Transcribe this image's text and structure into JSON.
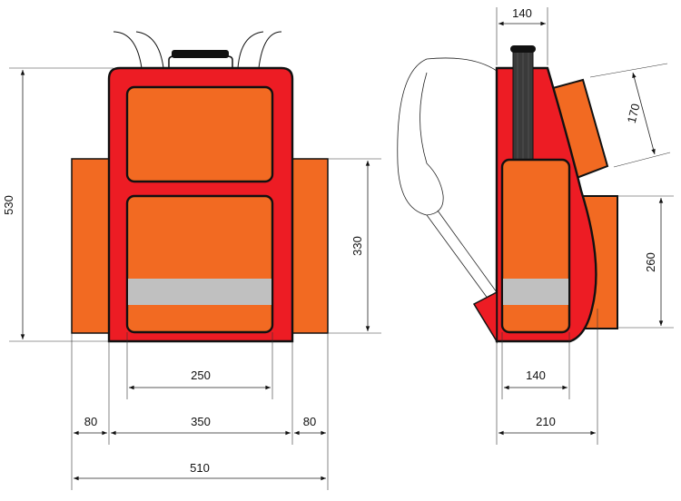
{
  "title": "Backpack dimensions diagram",
  "colors": {
    "body": "#ed1c24",
    "pocket": "#f26a22",
    "reflective": "#c0c0c0",
    "outline": "#111111"
  },
  "front_view": {
    "height_label": "530",
    "side_pocket_height_label": "330",
    "inner_panel_width_label": "250",
    "left_pocket_width_label": "80",
    "body_width_label": "350",
    "right_pocket_width_label": "80",
    "total_width_label": "510"
  },
  "side_view": {
    "top_depth_label": "140",
    "top_pocket_label": "170",
    "side_pocket_height_label": "260",
    "front_pocket_depth_label": "140",
    "total_depth_label": "210"
  }
}
